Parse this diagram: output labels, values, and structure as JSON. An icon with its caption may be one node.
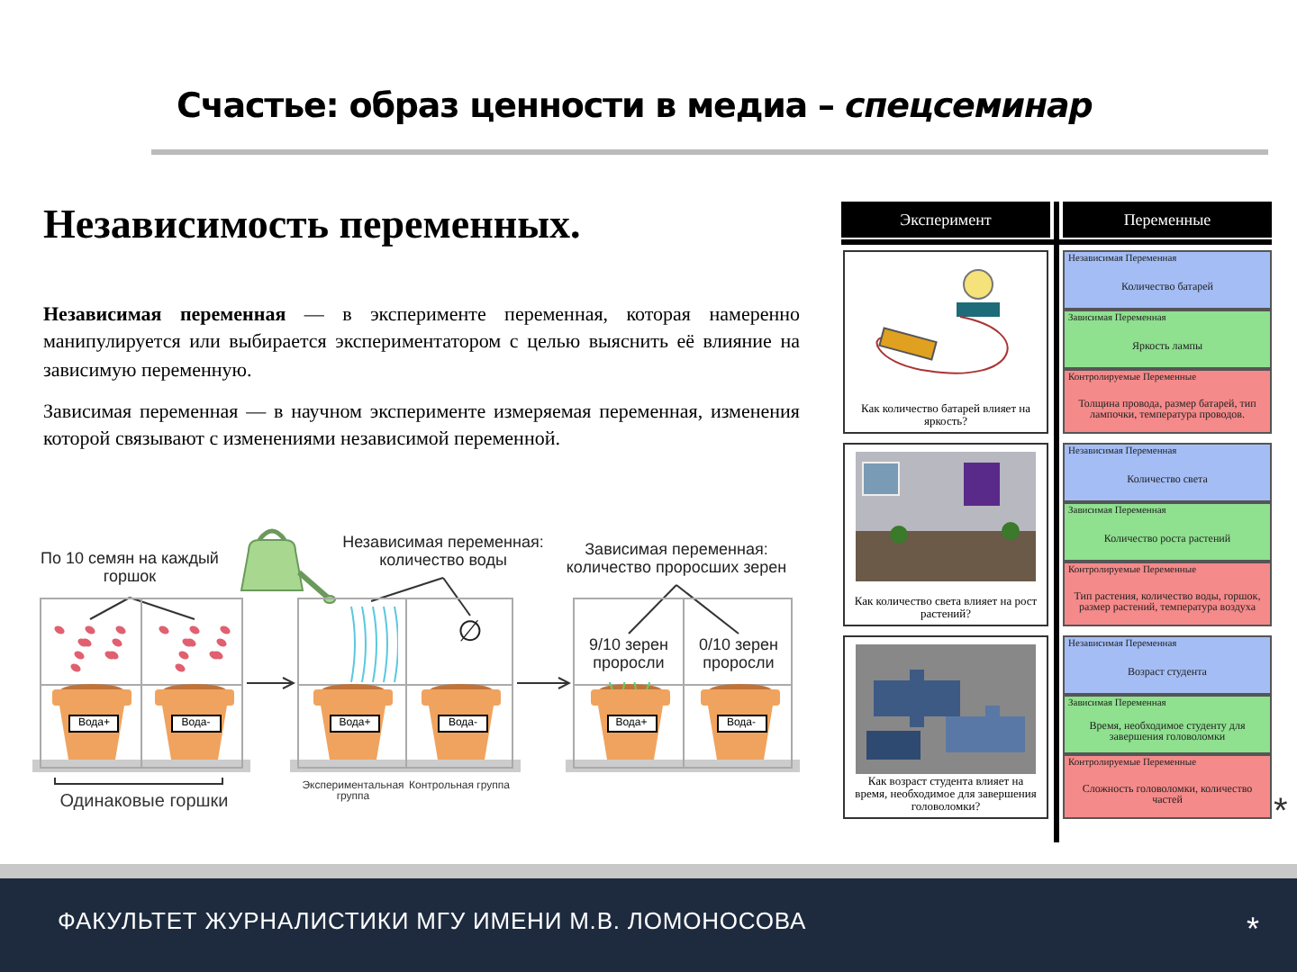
{
  "diagram": {
    "title": "Счастье: образ ценности в медиа – *спецсеминар*",
    "nodes": [
      {
        "text": [],
        "shape": "picture"
      },
      {
        "text": [],
        "shape": "picture"
      },
      {
        "text": [],
        "shape": "picture"
      },
      {
        "text": [
          "По 10 семян на каждый горшок"
        ]
      },
      {
        "text": [],
        "shape": "picture",
        "in": 0
      },
      {
        "text": [],
        "shape": "picture",
        "in": 0
      },
      {
        "text": [
          "Независимая переменная: количество воды"
        ]
      },
      {
        "text": [],
        "shape": "picture",
        "in": 1
      },
      {
        "text": [
          "∅"
        ],
        "in": 1
      },
      {
        "text": [
          "Зависимая переменная: количество проросших зерен"
        ]
      },
      {
        "text": [
          "9/10 зерен проросли"
        ],
        "in": 2
      },
      {
        "text": [
          "0/10 зерен проросли"
        ],
        "in": 2
      }
    ],
    "edges": [
      {
        "from": 0,
        "to": 1,
        "arrow": "to"
      },
      {
        "from": 1,
        "to": 2,
        "arrow": "to"
      },
      {
        "from": 3,
        "to": 4,
        "arrow": "none"
      },
      {
        "from": 3,
        "to": 5,
        "arrow": "none"
      },
      {
        "from": 6,
        "to": 7,
        "arrow": "none"
      },
      {
        "from": 6,
        "to": 8,
        "arrow": "none"
      },
      {
        "from": 9,
        "to": 10,
        "arrow": "none"
      },
      {
        "from": 9,
        "to": 11,
        "arrow": "none"
      }
    ],
    "labels": [
      "Независимость переменных.",
      "**Независимая переменная** — в эксперименте переменная, которая намеренно манипулируется или выбирается экспериментатором с целью выяснить её влияние на зависимую переменную.",
      "Зависимая переменная — в научном эксперименте измеряемая переменная, изменения которой связывают с изменениями независимой переменной.",
      "Вода+",
      "Вода-",
      "Одинаковые горшки",
      "Вода+",
      "Вода-",
      "Экспериментальная группа",
      "Контрольная группа",
      "Вода+",
      "Вода-",
      "Эксперимент",
      "Переменные",
      "Как количество батарей влияет на яркость?",
      "Независимая Переменная",
      "Количество батарей",
      "Зависимая Переменная",
      "Яркость лампы",
      "Контролируемые Переменные",
      "Толщина провода, размер батарей, тип лампочки, температура проводов.",
      "Как количество света влияет на рост растений?",
      "Независимая Переменная",
      "Количество света",
      "Зависимая Переменная",
      "Количество роста растений",
      "Контролируемые Переменные",
      "Тип растения, количество воды, горшок, размер растений, температура воздуха",
      "Как возраст студента влияет на время, необходимое для завершения головоломки?",
      "Независимая Переменная",
      "Возраст студента",
      "Зависимая Переменная",
      "Время, необходимое студенту для завершения головоломки",
      "Контролируемые Переменные",
      "Сложность головоломки, количество частей",
      "*",
      "ФАКУЛЬТЕТ ЖУРНАЛИСТИКИ МГУ ИМЕНИ М.В. ЛОМОНОСОВА",
      "*"
    ]
  }
}
